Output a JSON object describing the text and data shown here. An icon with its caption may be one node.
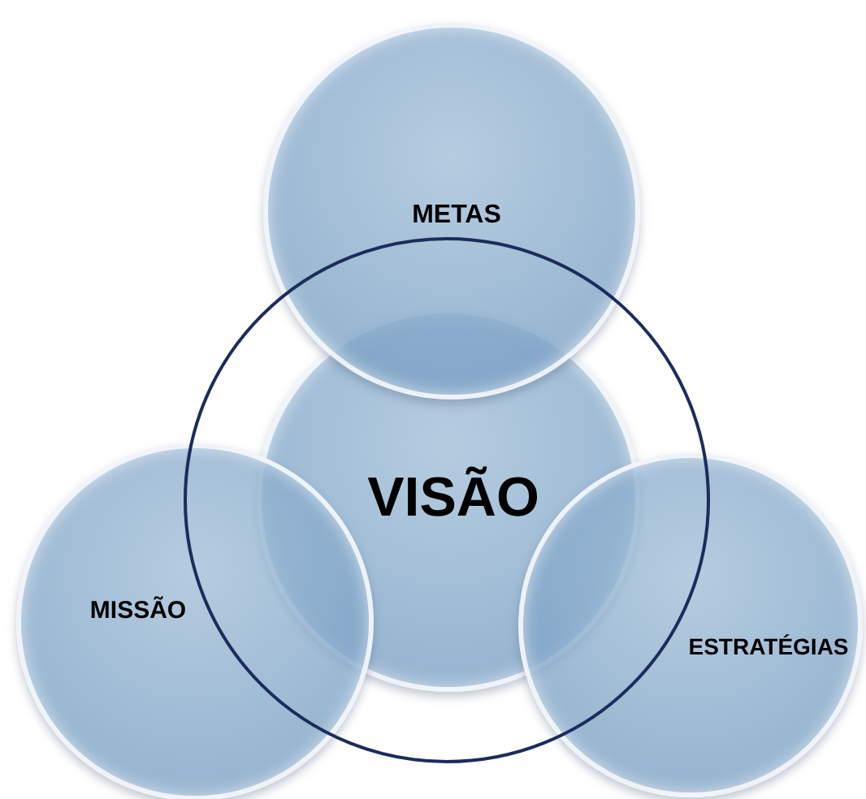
{
  "diagram": {
    "nodes": [
      {
        "text": [
          "METAS"
        ]
      },
      {
        "text": [],
        "shape": "circle"
      },
      {
        "text": [
          "VISÃO"
        ],
        "in": 1
      },
      {
        "text": [
          "MISSÃO"
        ]
      },
      {
        "text": [
          "ESTRATÉGIAS"
        ]
      }
    ]
  }
}
